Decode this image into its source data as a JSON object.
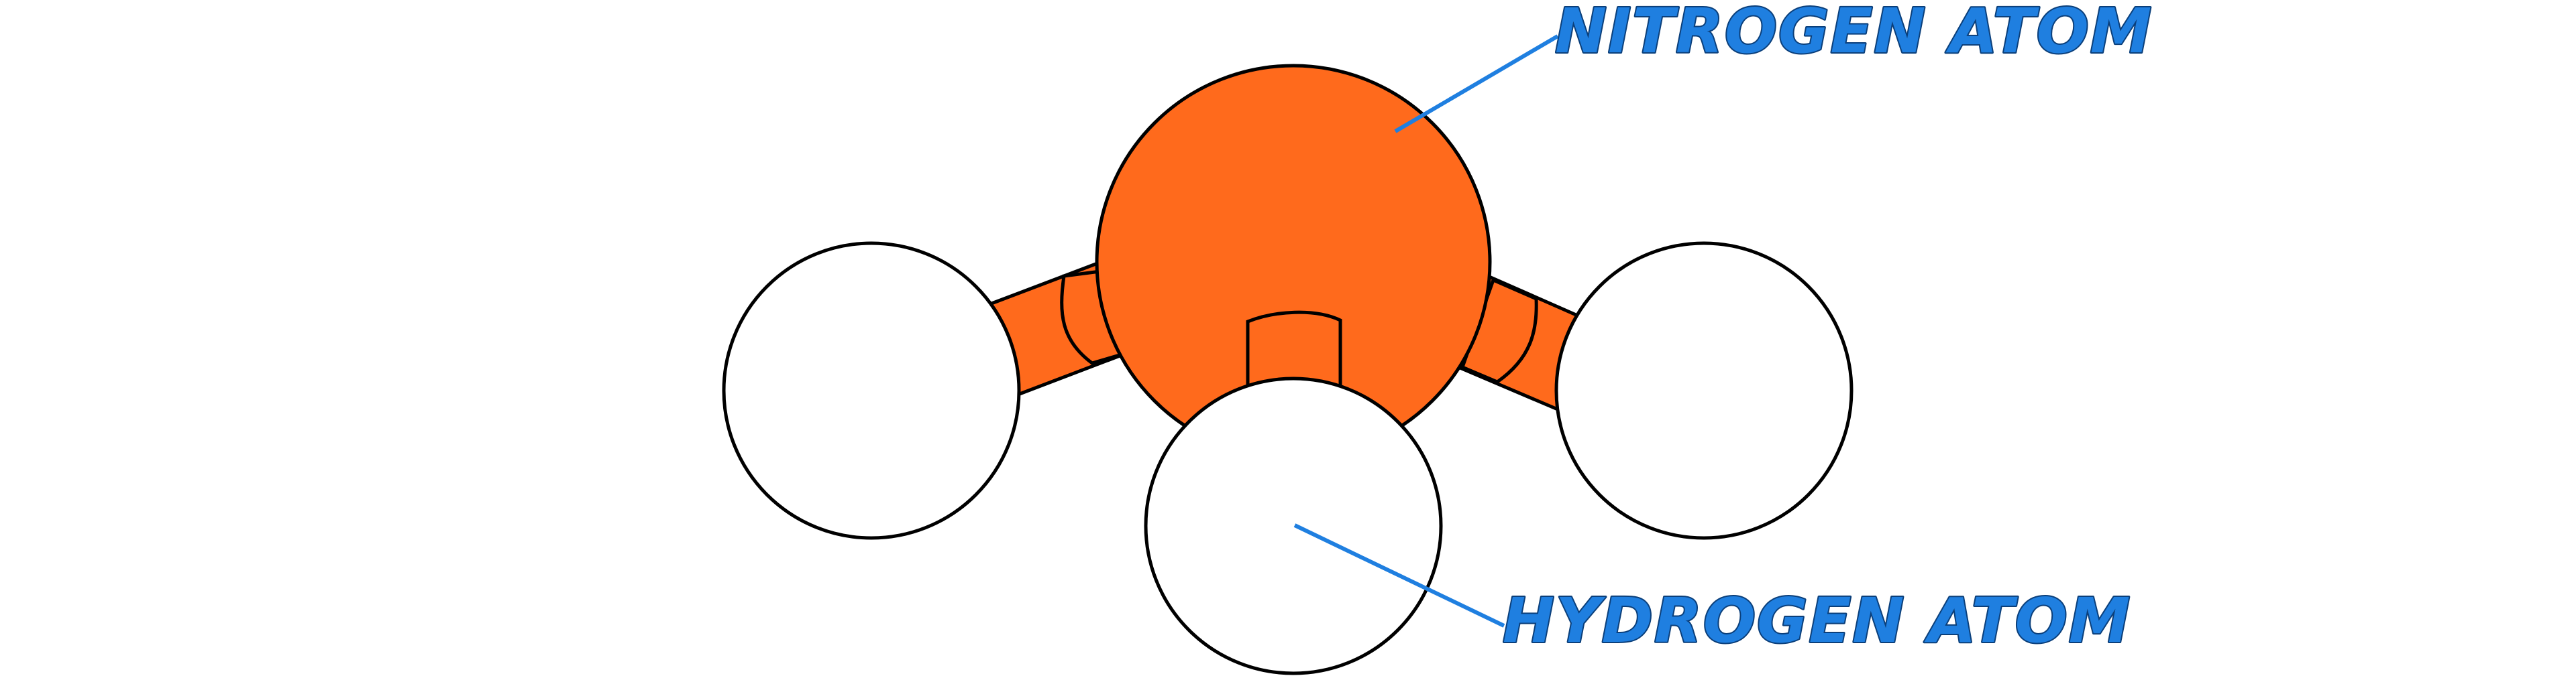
{
  "labels": {
    "nitrogen": "NITROGEN ATOM",
    "hydrogen": "HYDROGEN ATOM"
  },
  "colors": {
    "nitrogen_fill": "#ff6a1c",
    "hydrogen_fill": "#ffffff",
    "outline": "#000000",
    "label": "#1f7fe0",
    "label_shadow": "#0b3f7a"
  },
  "atoms": {
    "nitrogen_count": 1,
    "hydrogen_count": 3
  }
}
